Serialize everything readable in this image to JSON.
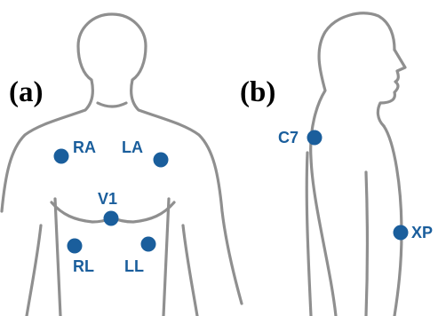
{
  "figure": {
    "panels": [
      {
        "id": "a",
        "label": "(a)"
      },
      {
        "id": "b",
        "label": "(b)"
      }
    ],
    "electrode_color": "#1a5e9c",
    "outline_color": "#8f8f8f",
    "electrodes": {
      "ra": "RA",
      "la": "LA",
      "v1": "V1",
      "rl": "RL",
      "ll": "LL",
      "c7": "C7",
      "xp": "XP"
    }
  }
}
